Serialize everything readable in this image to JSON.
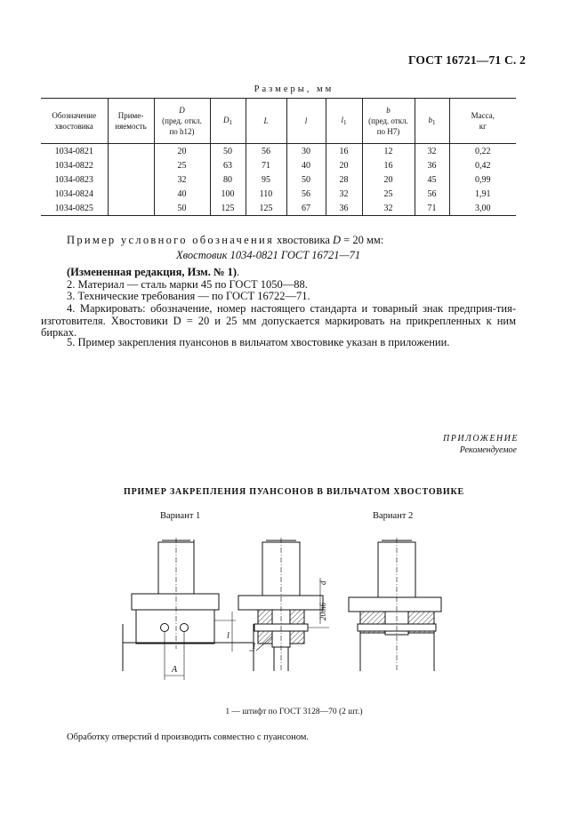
{
  "header": {
    "standard_ref": "ГОСТ 16721—71 С. 2"
  },
  "table": {
    "caption": "Размеры, мм",
    "columns": {
      "designation": [
        "Обозначение",
        "хвостовика"
      ],
      "applicability": [
        "Приме-",
        "няемость"
      ],
      "D": [
        "D",
        "(пред. откл.",
        "по h12)"
      ],
      "D1": "D",
      "D1_sub": "1",
      "L": "L",
      "l": "l",
      "l1": "l",
      "l1_sub": "1",
      "b": [
        "b",
        "(пред. откл.",
        "по H7)"
      ],
      "b1": "b",
      "b1_sub": "1",
      "mass": [
        "Масса,",
        "кг"
      ]
    },
    "rows": [
      [
        "1034-0821",
        "",
        "20",
        "50",
        "56",
        "30",
        "16",
        "12",
        "32",
        "0,22"
      ],
      [
        "1034-0822",
        "",
        "25",
        "63",
        "71",
        "40",
        "20",
        "16",
        "36",
        "0,42"
      ],
      [
        "1034-0823",
        "",
        "32",
        "80",
        "95",
        "50",
        "28",
        "20",
        "45",
        "0,99"
      ],
      [
        "1034-0824",
        "",
        "40",
        "100",
        "110",
        "56",
        "32",
        "25",
        "56",
        "1,91"
      ],
      [
        "1034-0825",
        "",
        "50",
        "125",
        "125",
        "67",
        "36",
        "32",
        "71",
        "3,00"
      ]
    ]
  },
  "example": {
    "intro_spaced": "Пример условного обозначения",
    "intro_rest": "хвостовика",
    "var": "D",
    "value": " = 20 мм:",
    "designation": "Хвостовик 1034-0821 ГОСТ 16721—71"
  },
  "notes": {
    "edit": "(Измененная редакция, Изм. № 1)",
    "edit_dot": ".",
    "material": "2. Материал — сталь марки 45 по ГОСТ 1050—88.",
    "requirements": "3. Технические требования — по ГОСТ 16722—71.",
    "marking": "4. Маркировать: обозначение, номер настоящего стандарта и товарный знак предприя-тия-изготовителя. Хвостовики D = 20 и 25 мм допускается маркировать на прикрепленных к ним бирках.",
    "fixing": "5. Пример закрепления пуансонов в вильчатом хвостовике указан в приложении."
  },
  "appendix": {
    "title": "ПРИЛОЖЕНИЕ",
    "subtitle": "Рекомендуемое"
  },
  "figure": {
    "title": "ПРИМЕР ЗАКРЕПЛЕНИЯ ПУАНСОНОВ В ВИЛЬЧАТОМ ХВОСТОВИКЕ",
    "variant1": "Вариант 1",
    "variant2": "Вариант 2",
    "label_l": "l",
    "label_A": "A",
    "label_1": "1",
    "label_d": "d",
    "label_fit": "20m6",
    "pin_note": "1 — штифт по ГОСТ 3128—70 (2 шт.)",
    "processing_note": "Обработку отверстий d производить совместно с пуансоном."
  }
}
